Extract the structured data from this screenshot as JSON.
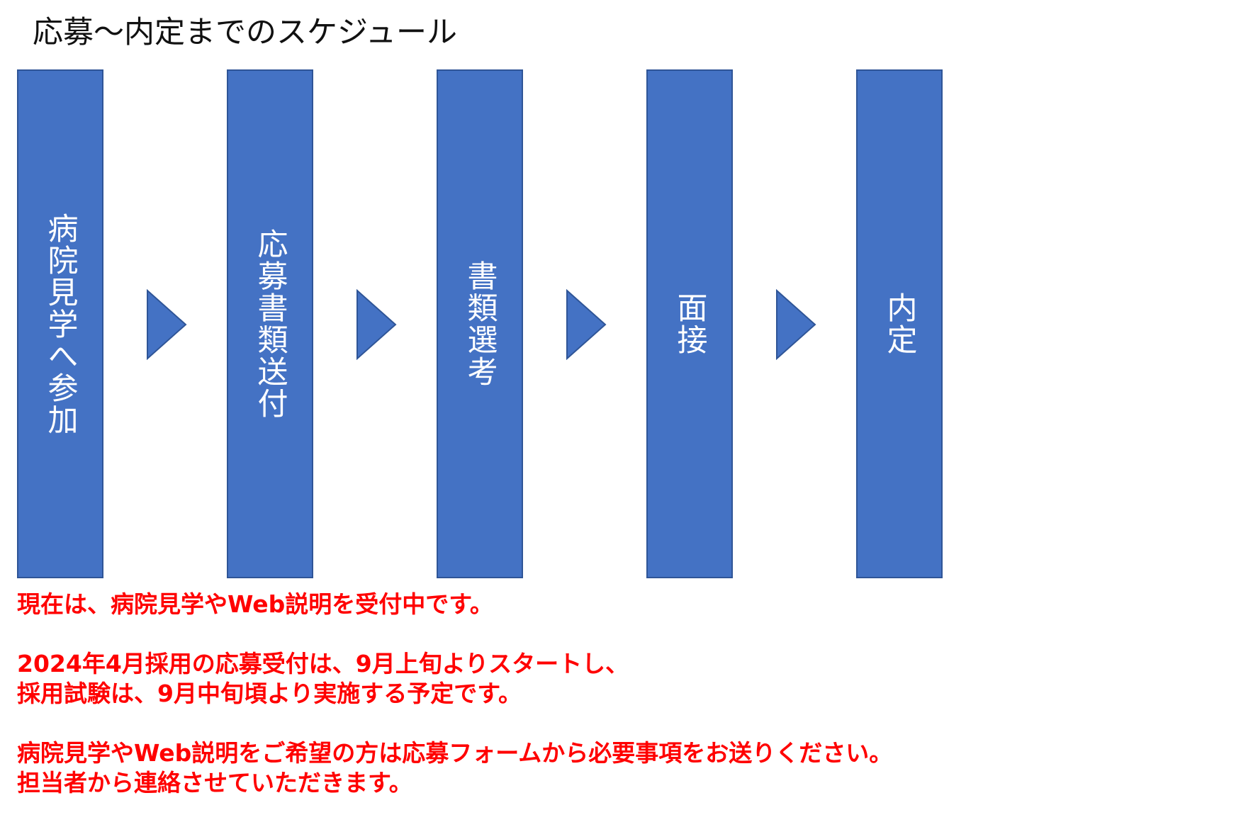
{
  "title": "応募～内定までのスケジュール",
  "colors": {
    "step_fill": "#4472c4",
    "step_border": "#2f5597",
    "step_text": "#ffffff",
    "arrow": "#4472c4",
    "notice_text": "#ff0000",
    "title_text": "#111111"
  },
  "flow": {
    "steps": [
      {
        "label": "病院見学へ参加"
      },
      {
        "label": "応募書類送付"
      },
      {
        "label": "書類選考"
      },
      {
        "label": "面接"
      },
      {
        "label": "内定"
      }
    ],
    "arrow_icon": "triangle-right-icon"
  },
  "notice": {
    "lines": [
      "現在は、病院見学やWeb説明を受付中です。",
      "",
      "2024年4月採用の応募受付は、9月上旬よりスタートし、",
      "採用試験は、9月中旬頃より実施する予定です。",
      "",
      "病院見学やWeb説明をご希望の方は応募フォームから必要事項をお送りください。",
      "担当者から連絡させていただきます。"
    ]
  }
}
